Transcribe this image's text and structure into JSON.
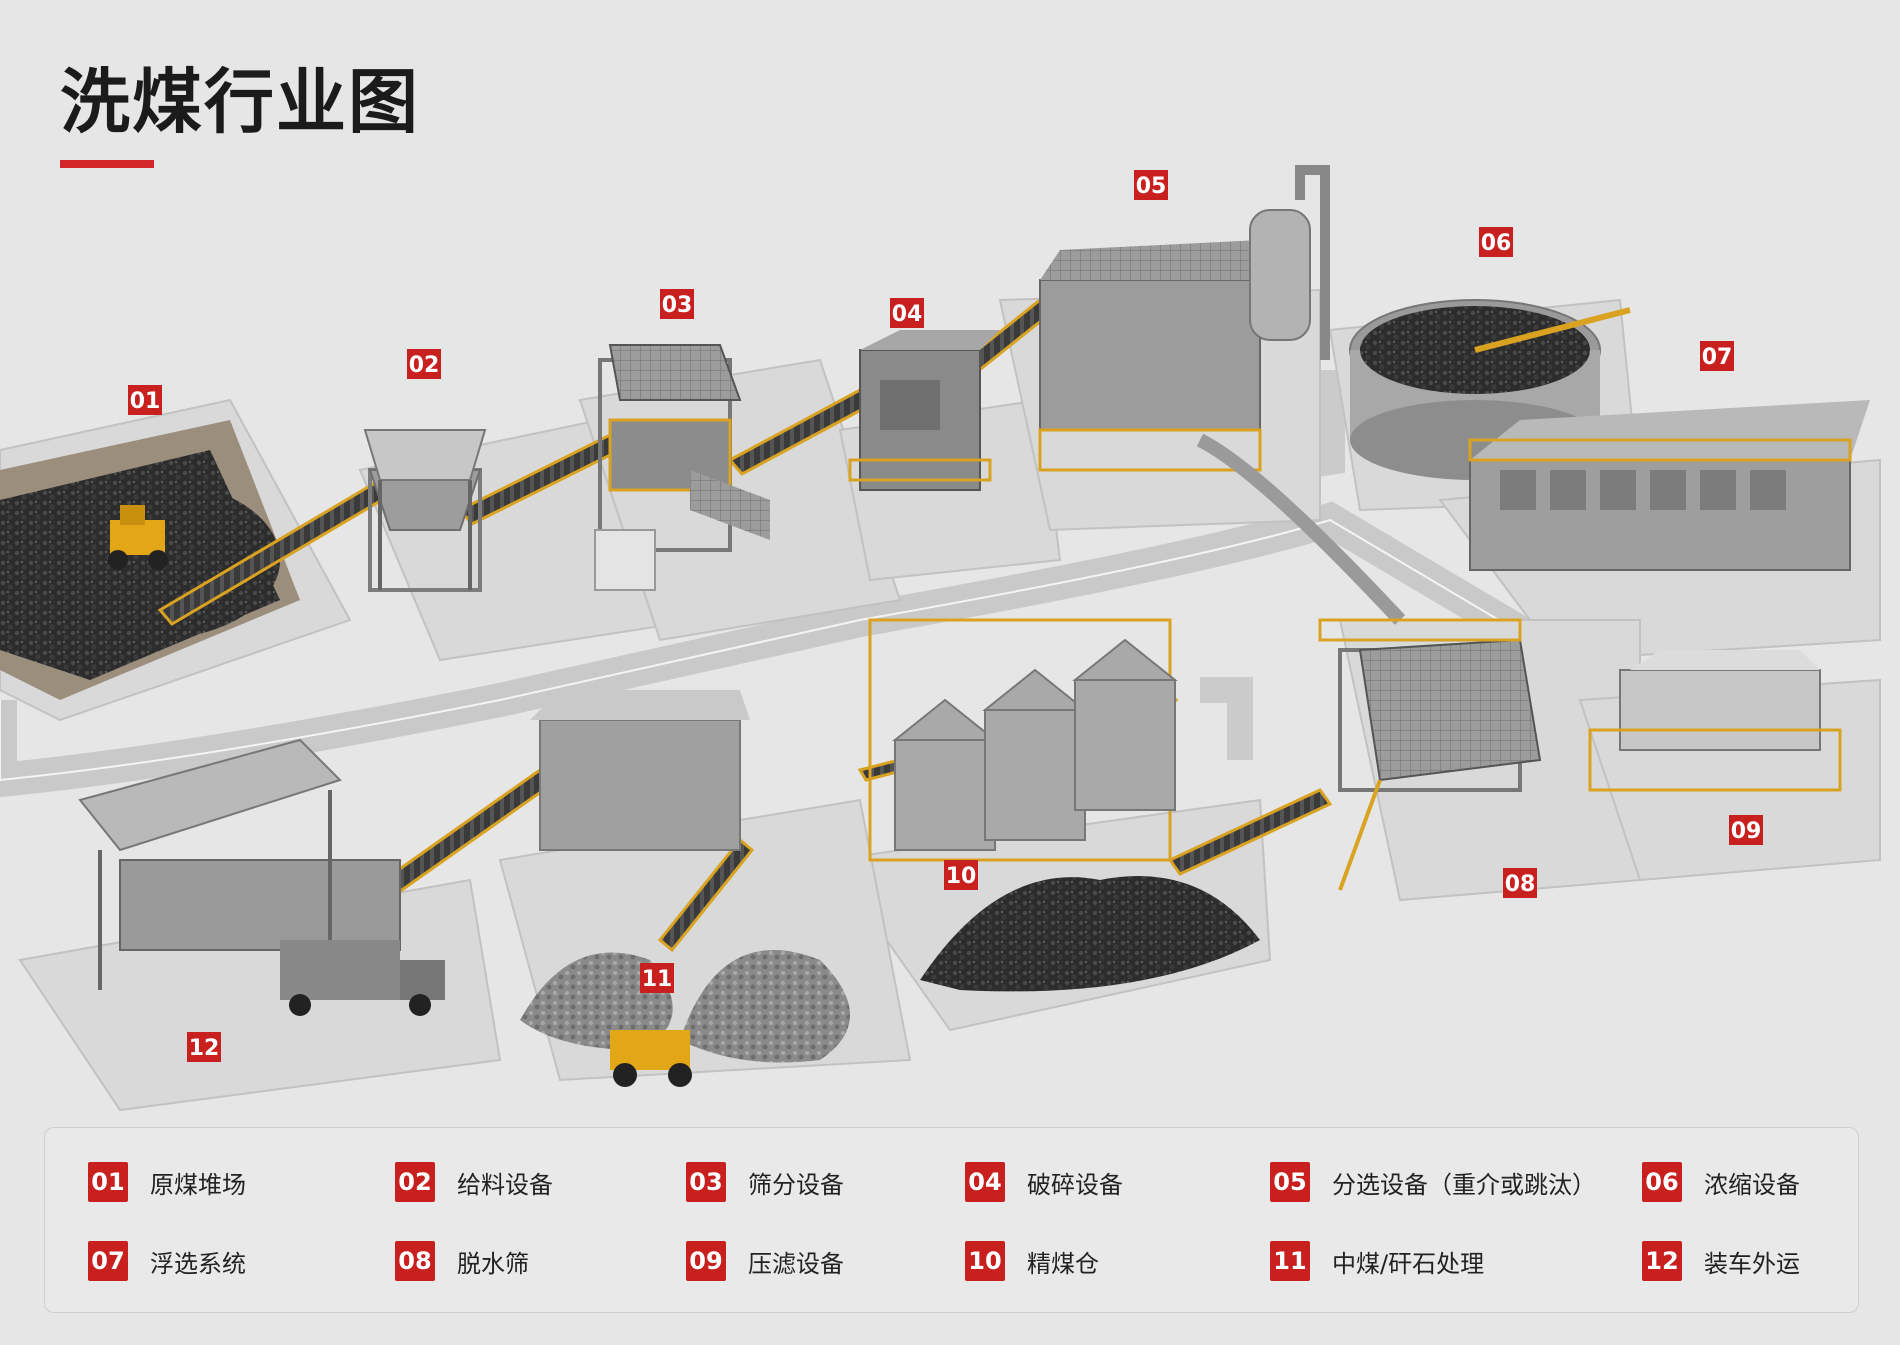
{
  "title": "洗煤行业图",
  "colors": {
    "accent": "#d3262a",
    "background": "#e6e6e6",
    "platform": "#d8d8d8",
    "coal": "#2f2f2f",
    "steel": "#8e8e8e",
    "rail": "#d9a321",
    "loader": "#e2a617"
  },
  "stations": [
    {
      "num": "01",
      "name": "原煤堆场"
    },
    {
      "num": "02",
      "name": "给料设备"
    },
    {
      "num": "03",
      "name": "筛分设备"
    },
    {
      "num": "04",
      "name": "破碎设备"
    },
    {
      "num": "05",
      "name": "分选设备（重介或跳汰）"
    },
    {
      "num": "06",
      "name": "浓缩设备"
    },
    {
      "num": "07",
      "name": "浮选系统"
    },
    {
      "num": "08",
      "name": "脱水筛"
    },
    {
      "num": "09",
      "name": "压滤设备"
    },
    {
      "num": "10",
      "name": "精煤仓"
    },
    {
      "num": "11",
      "name": "中煤/矸石处理"
    },
    {
      "num": "12",
      "name": "装车外运"
    }
  ]
}
